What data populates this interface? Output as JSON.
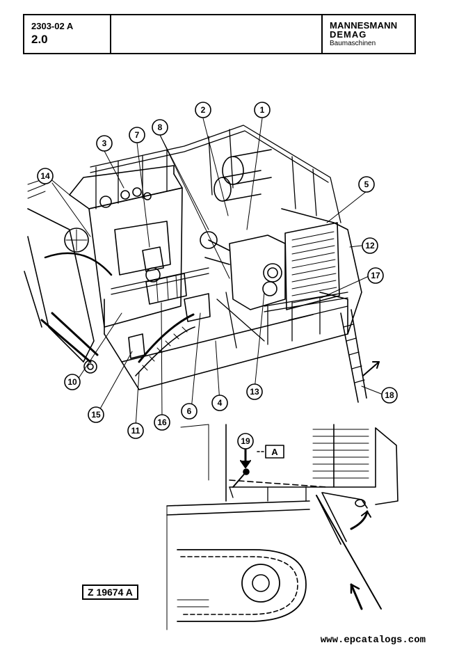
{
  "header": {
    "doc_number": "2303-02 A",
    "section": "2.0",
    "brand_line1": "MANNESMANN",
    "brand_line2": "DEMAG",
    "brand_line3": "Baumaschinen"
  },
  "callouts": {
    "c1": "1",
    "c2": "2",
    "c3": "3",
    "c4": "4",
    "c5": "5",
    "c6": "6",
    "c7": "7",
    "c8": "8",
    "c10": "10",
    "c11": "11",
    "c12": "12",
    "c13": "13",
    "c14": "14",
    "c15": "15",
    "c16": "16",
    "c17": "17",
    "c18": "18",
    "c19": "19"
  },
  "view_label": "A",
  "figure_ref": "Z 19674 A",
  "footer_url": "www.epcatalogs.com"
}
